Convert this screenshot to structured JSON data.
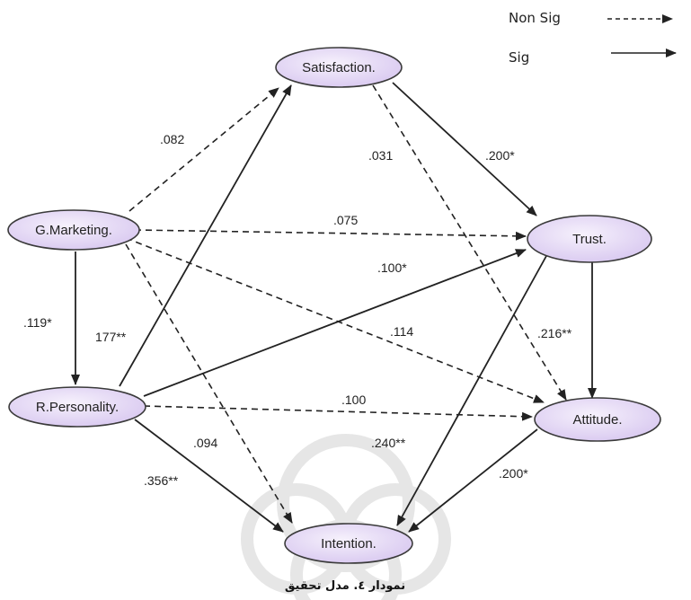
{
  "legend": {
    "nonsig_label": "Non Sig",
    "sig_label": "Sig"
  },
  "nodes": {
    "satisfaction": "Satisfaction.",
    "g_marketing": "G.Marketing.",
    "trust": "Trust.",
    "r_personality": "R.Personality.",
    "attitude": "Attitude.",
    "intention": "Intention."
  },
  "paths": [
    {
      "from": "G.Marketing.",
      "to": "Satisfaction.",
      "coefficient": ".082",
      "significant": false
    },
    {
      "from": "G.Marketing.",
      "to": "Trust.",
      "coefficient": ".075",
      "significant": false
    },
    {
      "from": "G.Marketing.",
      "to": "R.Personality.",
      "coefficient": ".119*",
      "significant": true
    },
    {
      "from": "G.Marketing.",
      "to": "Attitude.",
      "coefficient": ".114",
      "significant": false
    },
    {
      "from": "G.Marketing.",
      "to": "Intention.",
      "coefficient": ".094",
      "significant": false
    },
    {
      "from": "R.Personality.",
      "to": "Satisfaction.",
      "coefficient": "177**",
      "significant": true
    },
    {
      "from": "R.Personality.",
      "to": "Trust.",
      "coefficient": ".100*",
      "significant": true
    },
    {
      "from": "R.Personality.",
      "to": "Attitude.",
      "coefficient": ".100",
      "significant": false
    },
    {
      "from": "R.Personality.",
      "to": "Intention.",
      "coefficient": ".356**",
      "significant": true
    },
    {
      "from": "Satisfaction.",
      "to": "Trust.",
      "coefficient": ".200*",
      "significant": true
    },
    {
      "from": "Satisfaction.",
      "to": "Attitude.",
      "coefficient": ".031",
      "significant": false
    },
    {
      "from": "Trust.",
      "to": "Attitude.",
      "coefficient": ".216**",
      "significant": true
    },
    {
      "from": "Trust.",
      "to": "Intention.",
      "coefficient": ".240**",
      "significant": true
    },
    {
      "from": "Attitude.",
      "to": "Intention.",
      "coefficient": ".200*",
      "significant": true
    }
  ],
  "caption": "نمودار ٤. مدل تحقیق",
  "colors": {
    "node_fill_light": "#f4eefb",
    "node_fill_dark": "#d9c8f0",
    "node_stroke": "#3a3a3a",
    "line": "#222222",
    "watermark": "#d8d8d8"
  }
}
